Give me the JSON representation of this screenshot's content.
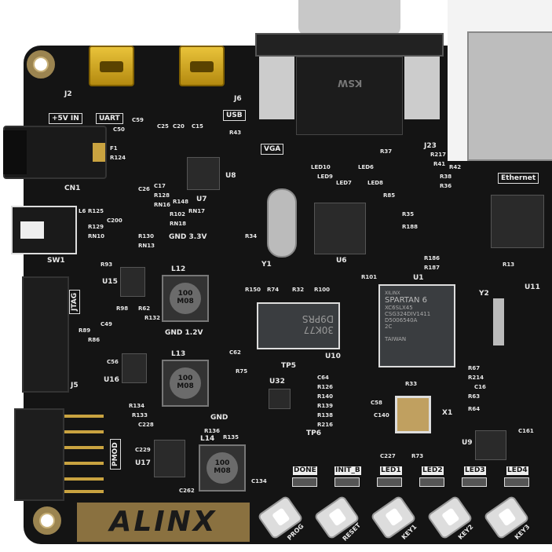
{
  "board": {
    "brand": "ALINX",
    "connectors": {
      "j2": "J2",
      "j6": "J6",
      "power_in": "+5V IN",
      "uart": "UART",
      "usb": "USB",
      "vga": "VGA",
      "ethernet": "Ethernet",
      "jtag": "JTAG",
      "pmod": "PMOD",
      "j5": "J5",
      "sw1": "SW1",
      "cn1": "CN1",
      "j23": "J23",
      "vga_plug_text": "KSW"
    },
    "chips": {
      "u1": "U1",
      "u6": "U6",
      "u7": "U7",
      "u8": "U8",
      "u10": "U10",
      "u15": "U15",
      "u16": "U16",
      "u17": "U17",
      "u32": "U32",
      "u9": "U9",
      "u11": "U11"
    },
    "fpga": {
      "brand": "XILINX",
      "name": "SPARTAN 6",
      "part": "XC6SLX45",
      "line2": "CSG324DIV1411",
      "line3": "D5006540A",
      "line4": "2C",
      "origin": "TAIWAN"
    },
    "ddr": {
      "line1": "D9PRS",
      "line2": "30K77"
    },
    "crystals": {
      "y1": "Y1",
      "y2": "Y2",
      "x1": "X1"
    },
    "inductors": [
      {
        "ref": "L12",
        "value": "100 M08"
      },
      {
        "ref": "L13",
        "value": "100 M08"
      },
      {
        "ref": "L14",
        "value": "100 M08"
      }
    ],
    "power_labels": [
      "GND 3.3V",
      "GND 1.2V",
      "GND"
    ],
    "test_points": [
      "TP5",
      "TP6"
    ],
    "leds": [
      "DONE",
      "INIT_B",
      "LED1",
      "LED2",
      "LED3",
      "LED4"
    ],
    "buttons": [
      "PROG",
      "RESET",
      "KEY1",
      "KEY2",
      "KEY3"
    ],
    "resistors": [
      "R124",
      "R125",
      "R129",
      "R130",
      "R128",
      "R148",
      "R102",
      "R35",
      "R188",
      "R186",
      "R187",
      "R74",
      "R32",
      "R100",
      "R101",
      "R150",
      "R33",
      "R73",
      "R75",
      "R67",
      "R214",
      "R63",
      "R64",
      "R89",
      "R86",
      "R62",
      "R132",
      "R134",
      "R136",
      "R135",
      "R133",
      "R126",
      "R140",
      "R139",
      "R138",
      "R216",
      "R217",
      "R41",
      "R42",
      "R38",
      "R36",
      "R37",
      "R13",
      "R34",
      "R43",
      "R85",
      "R93",
      "R98"
    ],
    "capacitors": [
      "C56",
      "C49",
      "C62",
      "C64",
      "C140",
      "C227",
      "C228",
      "C229",
      "C262",
      "C200",
      "C17",
      "C16",
      "C161",
      "C134",
      "C50",
      "C59",
      "C25",
      "C20",
      "C15",
      "C26",
      "C58"
    ],
    "other": [
      "LED10",
      "LED9",
      "LED6",
      "LED7",
      "LED8",
      "F1",
      "L6",
      "RN10",
      "RN13",
      "RN16",
      "RN17",
      "RN18"
    ]
  }
}
